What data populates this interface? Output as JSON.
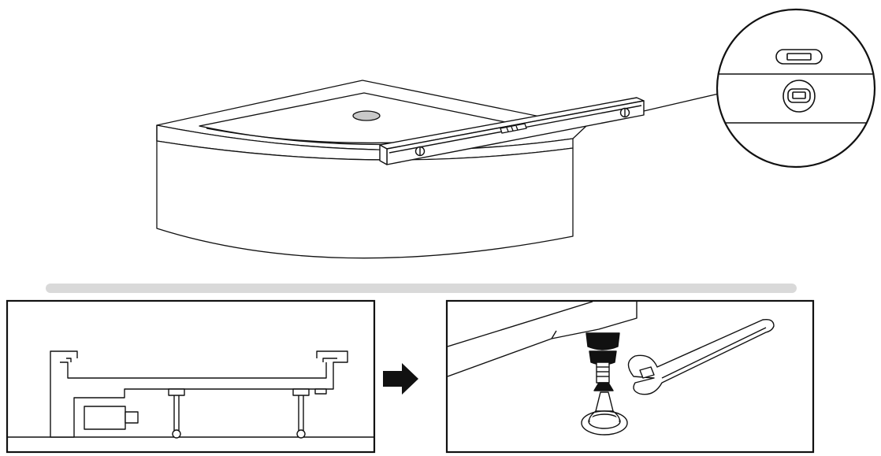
{
  "figure": {
    "panels": [
      {
        "name": "shower-tray-with-spirit-level",
        "kind": "illustration"
      },
      {
        "name": "level-bubble-detail",
        "kind": "magnified-inset"
      },
      {
        "name": "tray-cross-section",
        "kind": "side-section"
      },
      {
        "name": "foot-adjustment",
        "kind": "close-up"
      }
    ],
    "icons": [
      "spirit-level-icon",
      "bubble-vial-icon",
      "arrow-right-icon",
      "wrench-icon",
      "adjustable-foot-icon"
    ],
    "colors": {
      "line": "#111111",
      "separator": "#d9d9d9",
      "drain": "#c9c9c9",
      "fill": "#ffffff"
    }
  }
}
